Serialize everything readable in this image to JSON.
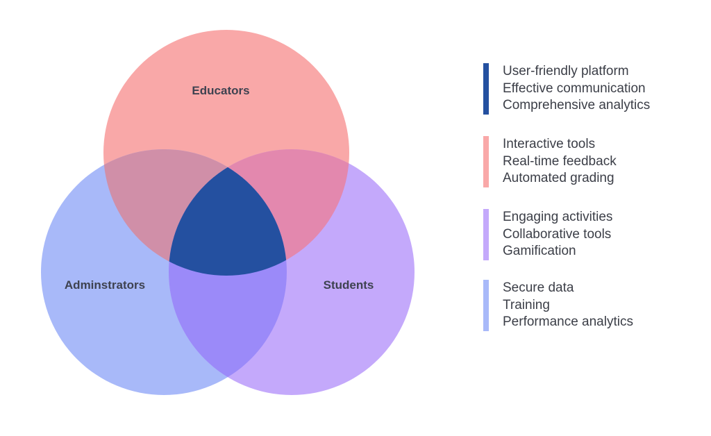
{
  "venn": {
    "circles": [
      {
        "key": "educators",
        "label": "Educators",
        "color": "#f9a8a8"
      },
      {
        "key": "administrators",
        "label": "Adminstrators",
        "color": "#a8b9f9"
      },
      {
        "key": "students",
        "label": "Students",
        "color": "#c4a9fb"
      }
    ],
    "overlaps": {
      "educators_administrators": "#d08fa8",
      "educators_students": "#e388ae",
      "administrators_students": "#9b8af9",
      "center": "#2450a0"
    }
  },
  "legend": [
    {
      "color": "#2450a0",
      "items": [
        "User-friendly platform",
        "Effective communication",
        "Comprehensive analytics"
      ]
    },
    {
      "color": "#f9a8a8",
      "items": [
        "Interactive tools",
        "Real-time feedback",
        "Automated grading"
      ]
    },
    {
      "color": "#c4a9fb",
      "items": [
        "Engaging activities",
        "Collaborative tools",
        "Gamification"
      ]
    },
    {
      "color": "#a8b9f9",
      "items": [
        "Secure data",
        "Training",
        "Performance analytics"
      ]
    }
  ]
}
